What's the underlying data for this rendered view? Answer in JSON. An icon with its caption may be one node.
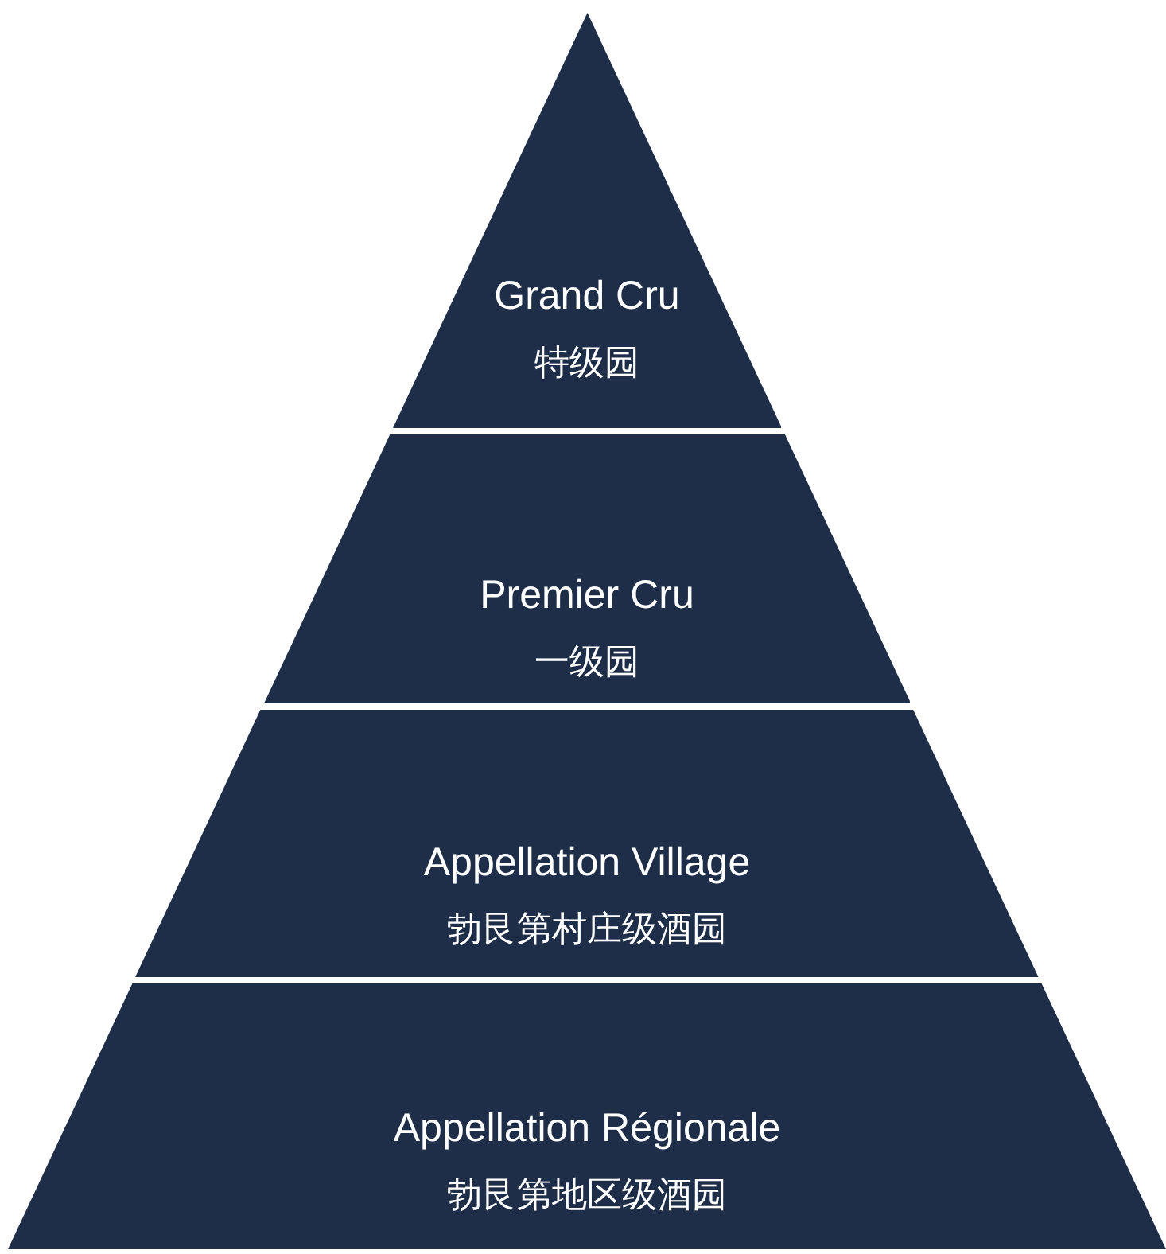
{
  "diagram": {
    "nodes": [
      {
        "text": [
          "Grand Cru",
          "特级园"
        ]
      },
      {
        "text": [
          "Premier Cru",
          "一级园"
        ]
      },
      {
        "text": [
          "Appellation Village",
          "勃艮第村庄级酒园"
        ]
      },
      {
        "text": [
          "Appellation Régionale",
          "勃艮第地区级酒园"
        ]
      }
    ]
  }
}
